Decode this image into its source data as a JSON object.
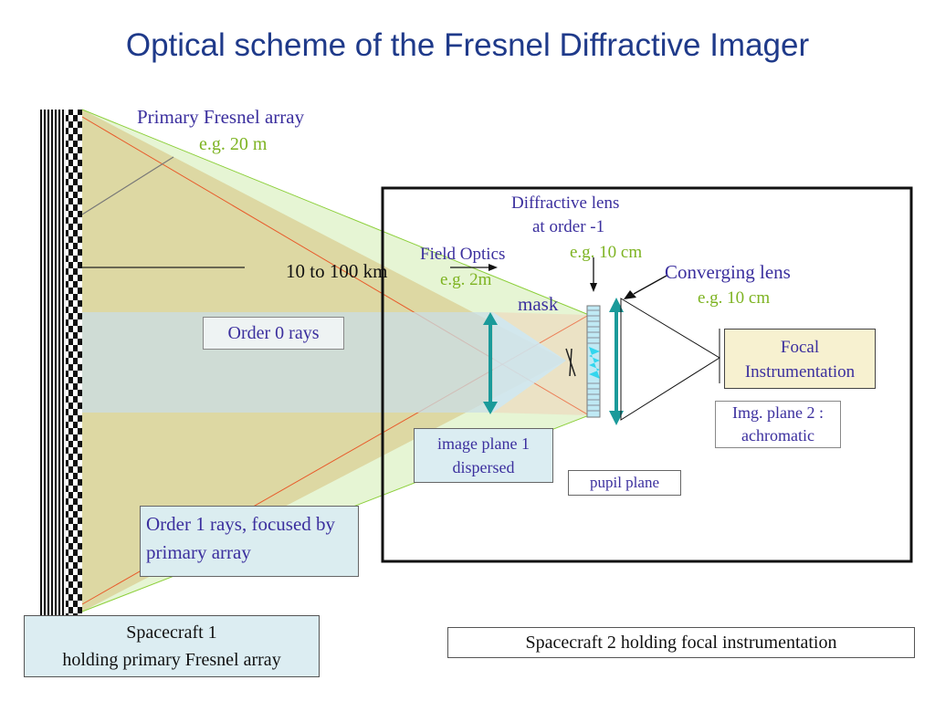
{
  "title": "Optical scheme of the Fresnel Diffractive Imager",
  "primary": {
    "name": "Primary Fresnel array",
    "size": "e.g. 20 m"
  },
  "distance": "10 to 100 km",
  "order0": "Order 0 rays",
  "order1": "Order 1 rays, focused by primary array",
  "spacecraft1": {
    "line1": "Spacecraft 1",
    "line2": "holding primary Fresnel array"
  },
  "spacecraft2": "Spacecraft 2 holding focal instrumentation",
  "diffractive_lens": {
    "line1": "Diffractive lens",
    "line2": "at order -1",
    "size": "e.g. 10 cm"
  },
  "field_optics": {
    "name": "Field Optics",
    "size": "e.g. 2m"
  },
  "converging_lens": {
    "name": "Converging lens",
    "size": "e.g. 10 cm"
  },
  "mask": "mask",
  "focal_instrumentation": {
    "line1": "Focal",
    "line2": "Instrumentation"
  },
  "img_plane2": {
    "line1": "Img. plane 2 :",
    "line2": "achromatic"
  },
  "image_plane1": {
    "line1": "image plane 1",
    "line2": "dispersed"
  },
  "pupil_plane": "pupil plane",
  "colors": {
    "title": "#1f3a8a",
    "label_purple": "#3b2f9e",
    "label_green": "#7db321",
    "beam_orange": "#e8b98a",
    "beam_green": "#b7e08a",
    "lens_teal": "#1a9a9a"
  }
}
